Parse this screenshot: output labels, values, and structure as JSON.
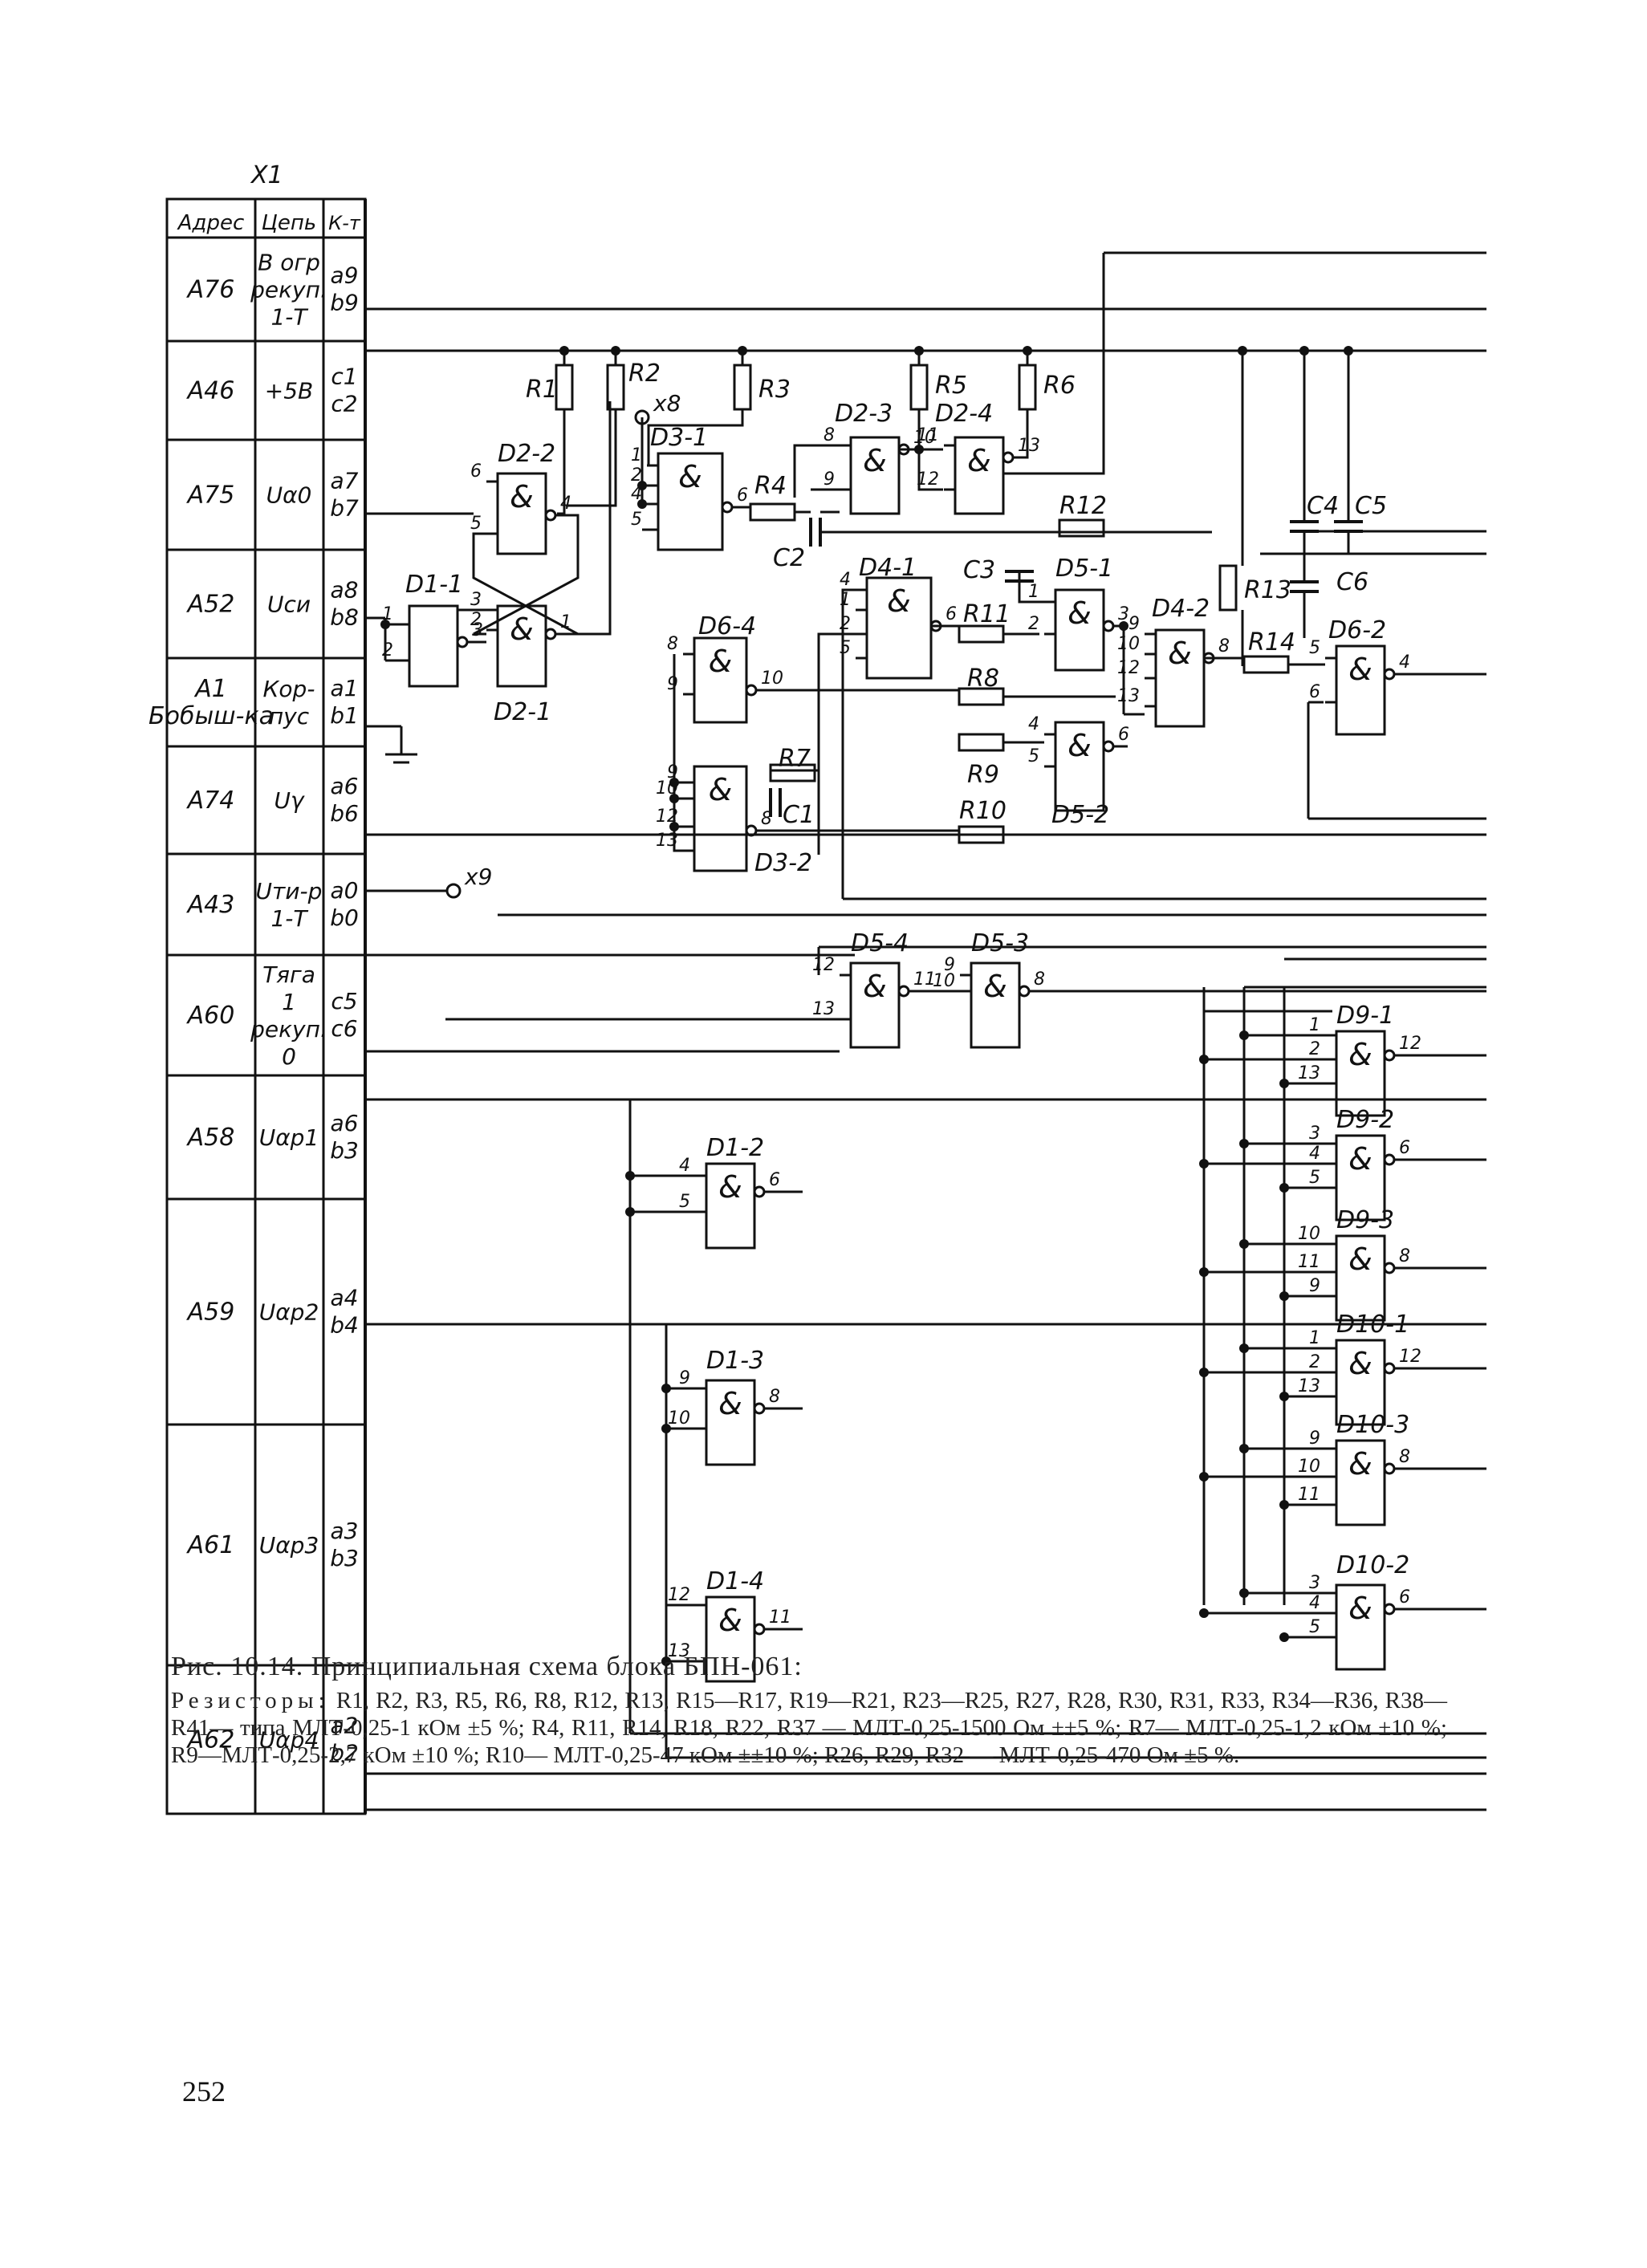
{
  "connector": {
    "name": "X1",
    "headers": [
      "Адрес",
      "Цепь",
      "К-т"
    ],
    "rows": [
      {
        "addr": "А76",
        "circuit": [
          "В огр",
          "рекуп.",
          "1-Т"
        ],
        "contacts": [
          "а9",
          "b9"
        ]
      },
      {
        "addr": "А46",
        "circuit": [
          "+5В"
        ],
        "contacts": [
          "с1",
          "с2"
        ]
      },
      {
        "addr": "А75",
        "circuit": [
          "Uα0"
        ],
        "contacts": [
          "а7",
          "b7"
        ]
      },
      {
        "addr": "А52",
        "circuit": [
          "Uси"
        ],
        "contacts": [
          "а8",
          "b8"
        ]
      },
      {
        "addr": "А1 Бобыш-ка",
        "circuit": [
          "Кор-",
          "пус"
        ],
        "contacts": [
          "а1",
          "b1"
        ]
      },
      {
        "addr": "А74",
        "circuit": [
          "Uγ"
        ],
        "contacts": [
          "а6",
          "b6"
        ]
      },
      {
        "addr": "А43",
        "circuit": [
          "Uти-р",
          "1-Т"
        ],
        "contacts": [
          "а0",
          "b0"
        ]
      },
      {
        "addr": "А60",
        "circuit": [
          "Тяга",
          "1",
          "рекуп.",
          "0"
        ],
        "contacts": [
          "с5",
          "с6"
        ]
      },
      {
        "addr": "А58",
        "circuit": [
          "Uαр1"
        ],
        "contacts": [
          "а6",
          "b3"
        ]
      },
      {
        "addr": "А59",
        "circuit": [
          "Uαр2"
        ],
        "contacts": [
          "а4",
          "b4"
        ]
      },
      {
        "addr": "А61",
        "circuit": [
          "Uαр3"
        ],
        "contacts": [
          "а3",
          "b3"
        ]
      },
      {
        "addr": "А62",
        "circuit": [
          "Uαр4"
        ],
        "contacts": [
          "а2",
          "b2"
        ]
      }
    ]
  },
  "gates": [
    {
      "id": "D2-2",
      "symbol": "&",
      "pins": [
        "6",
        "5",
        "4"
      ]
    },
    {
      "id": "D2-1",
      "symbol": "&",
      "pins": [
        "3",
        "2",
        "1"
      ]
    },
    {
      "id": "D1-1",
      "symbol": "",
      "pins": [
        "1",
        "2",
        "3"
      ]
    },
    {
      "id": "D3-1",
      "symbol": "&",
      "pins": [
        "1",
        "2",
        "4",
        "5",
        "6"
      ]
    },
    {
      "id": "D2-3",
      "symbol": "&",
      "pins": [
        "8",
        "9",
        "10"
      ]
    },
    {
      "id": "D2-4",
      "symbol": "&",
      "pins": [
        "11",
        "12",
        "13"
      ]
    },
    {
      "id": "D4-1",
      "symbol": "&",
      "pins": [
        "4",
        "1",
        "2",
        "5",
        "6"
      ]
    },
    {
      "id": "D5-1",
      "symbol": "&",
      "pins": [
        "1",
        "2",
        "3"
      ]
    },
    {
      "id": "D4-2",
      "symbol": "&",
      "pins": [
        "9",
        "10",
        "12",
        "13",
        "8"
      ]
    },
    {
      "id": "D6-2",
      "symbol": "&",
      "pins": [
        "5",
        "6",
        "4"
      ]
    },
    {
      "id": "D6-4",
      "symbol": "&",
      "pins": [
        "8",
        "9",
        "10"
      ]
    },
    {
      "id": "D5-2",
      "symbol": "&",
      "pins": [
        "4",
        "5",
        "6"
      ]
    },
    {
      "id": "D3-2",
      "symbol": "&",
      "pins": [
        "9",
        "10",
        "12",
        "13",
        "8"
      ]
    },
    {
      "id": "D5-4",
      "symbol": "&",
      "pins": [
        "12",
        "13",
        "11"
      ]
    },
    {
      "id": "D5-3",
      "symbol": "&",
      "pins": [
        "9",
        "10",
        "8"
      ]
    },
    {
      "id": "D9-1",
      "symbol": "&",
      "pins": [
        "1",
        "2",
        "13",
        "12"
      ]
    },
    {
      "id": "D9-2",
      "symbol": "&",
      "pins": [
        "3",
        "4",
        "5",
        "6"
      ]
    },
    {
      "id": "D9-3",
      "symbol": "&",
      "pins": [
        "10",
        "11",
        "9",
        "8"
      ]
    },
    {
      "id": "D10-1",
      "symbol": "&",
      "pins": [
        "1",
        "2",
        "13",
        "12"
      ]
    },
    {
      "id": "D10-3",
      "symbol": "&",
      "pins": [
        "9",
        "10",
        "11",
        "8"
      ]
    },
    {
      "id": "D10-2",
      "symbol": "&",
      "pins": [
        "3",
        "4",
        "5",
        "6"
      ]
    },
    {
      "id": "D1-2",
      "symbol": "&",
      "pins": [
        "4",
        "5",
        "6"
      ]
    },
    {
      "id": "D1-3",
      "symbol": "&",
      "pins": [
        "9",
        "10",
        "8"
      ]
    },
    {
      "id": "D1-4",
      "symbol": "&",
      "pins": [
        "12",
        "13",
        "11"
      ]
    }
  ],
  "resistors": [
    "R1",
    "R2",
    "R3",
    "R4",
    "R5",
    "R6",
    "R7",
    "R8",
    "R9",
    "R10",
    "R11",
    "R12",
    "R13",
    "R14"
  ],
  "capacitors": [
    "C1",
    "C2",
    "C3",
    "C4",
    "C5",
    "C6"
  ],
  "testpoints": [
    "x8",
    "x9"
  ],
  "caption": {
    "title": "Рис. 10.14. Принципиальная схема блока БПН-061:",
    "body_lead": "Резисторы:",
    "body": " R1, R2, R3, R5, R6, R8, R12, R13, R15—R17, R19—R21, R23—R25, R27, R28, R30, R31, R33, R34—R36, R38—R41— типа МЛТ-0,25-1 кОм ±5 %; R4, R11, R14, R18, R22, R37 — МЛТ-0,25-1500 Ом ±±5 %; R7— МЛТ-0,25-1,2 кОм ±10 %; R9—МЛТ-0,25-2,7 кОм ±10 %; R10— МЛТ-0,25-47 кОм ±±10 %; R26, R29, R32 — МЛТ-0,25-470 Ом ±5 %."
  },
  "page_number": "252"
}
